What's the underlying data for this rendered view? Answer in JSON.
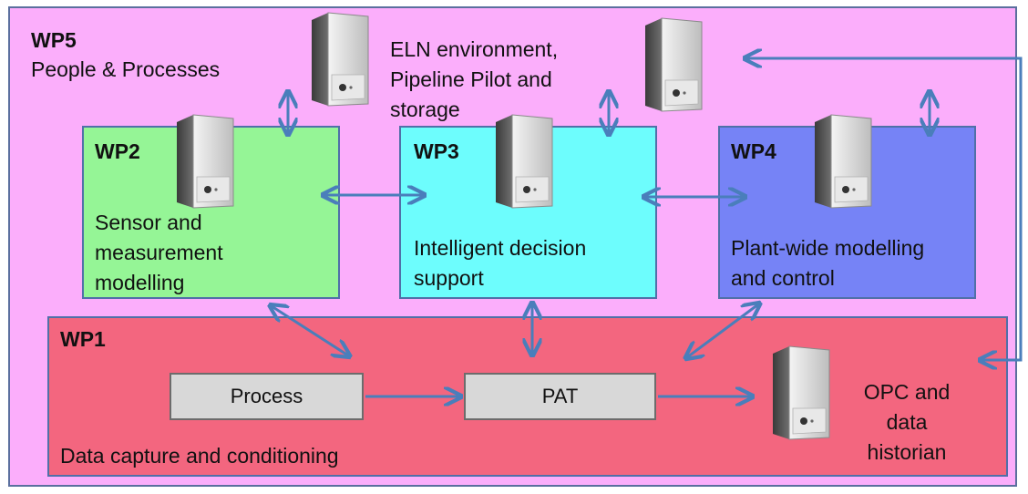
{
  "wp5": {
    "title": "WP5",
    "subtitle": "People & Processes"
  },
  "eln": {
    "label": "ELN environment,\nPipeline Pilot and\nstorage"
  },
  "wp2": {
    "title": "WP2",
    "label": "Sensor and\nmeasurement\nmodelling"
  },
  "wp3": {
    "title": "WP3",
    "label": "Intelligent decision\nsupport"
  },
  "wp4": {
    "title": "WP4",
    "label": "Plant-wide modelling\nand control"
  },
  "wp1": {
    "title": "WP1",
    "label": "Data capture and conditioning",
    "process": "Process",
    "pat": "PAT"
  },
  "opc": {
    "label": "OPC and\ndata\nhistorian"
  },
  "colors": {
    "wp5": "#fbaefb",
    "wp2": "#95f596",
    "wp3": "#6dfdfd",
    "wp4": "#7683f6",
    "wp1": "#f3667f",
    "arrow": "#4a7ebb"
  },
  "icons": {
    "server": "server-tower-icon"
  }
}
